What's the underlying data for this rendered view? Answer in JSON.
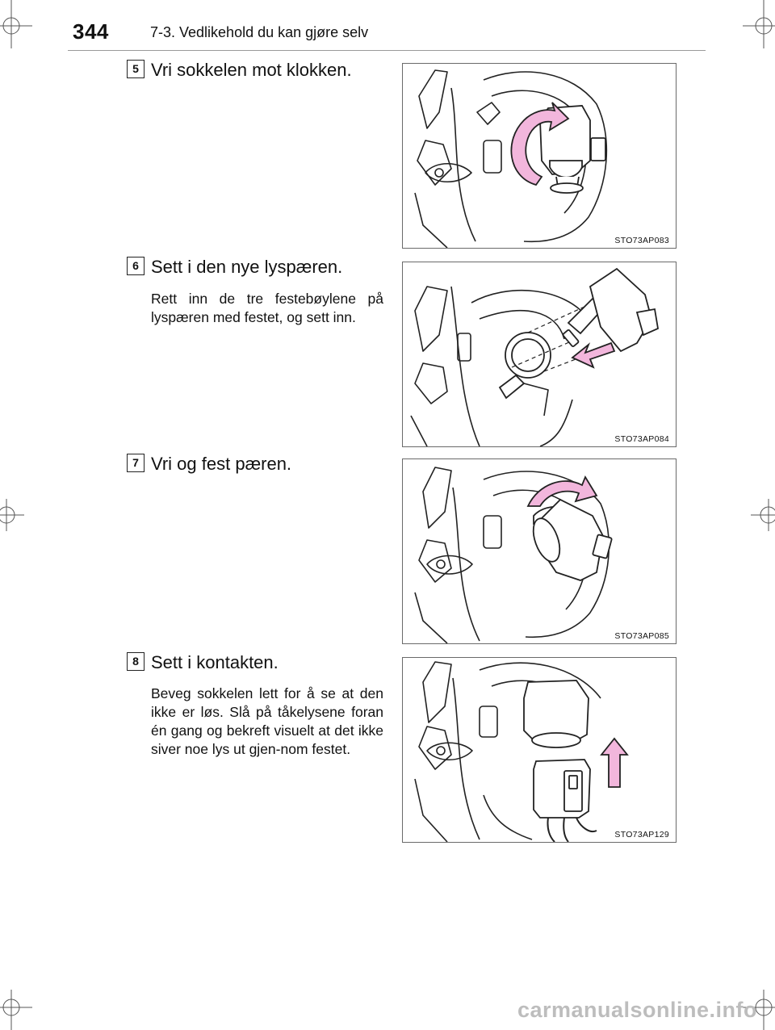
{
  "header": {
    "page_number": "344",
    "section_title": "7-3. Vedlikehold du kan gjøre selv"
  },
  "steps": [
    {
      "number": "5",
      "title": "Vri sokkelen mot klokken.",
      "text": "",
      "figure_code": "STO73AP083"
    },
    {
      "number": "6",
      "title": "Sett i den nye lyspæren.",
      "text": "Rett inn de tre festebøylene på lyspæren med festet, og sett inn.",
      "figure_code": "STO73AP084"
    },
    {
      "number": "7",
      "title": "Vri og fest pæren.",
      "text": "",
      "figure_code": "STO73AP085"
    },
    {
      "number": "8",
      "title": "Sett i kontakten.",
      "text": "Beveg sokkelen lett for å se at den ikke er løs. Slå på tåkelysene foran én gang og bekreft visuelt at det ikke siver noe lys ut gjen-nom festet.",
      "figure_code": "STO73AP129"
    }
  ],
  "footer": {
    "watermark": "carmanualsonline.info"
  },
  "colors": {
    "arrow_fill": "#f2b6dc",
    "line_art": "#222222"
  }
}
